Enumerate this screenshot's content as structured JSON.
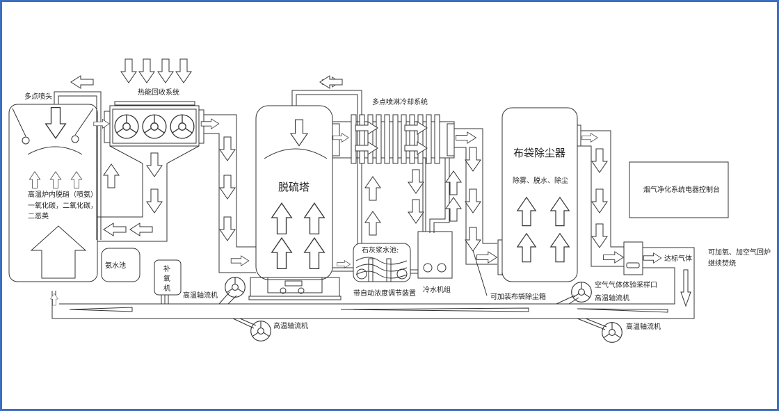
{
  "labels": {
    "multi_nozzle": "多点喷头",
    "heat_recovery": "热能回收系统",
    "furnace_line1": "高温炉内脱硝（喷氨）",
    "furnace_line2": "一氧化碳，二氧化碳，",
    "furnace_line3": "二恶英",
    "ammonia_pool": "氨水池",
    "oxygen_machine": [
      "补",
      "氧",
      "机"
    ],
    "desulfur_tower": "脱硫塔",
    "spray_cooling": "多点喷淋冷却系统",
    "lime_pool": "石灰浆水池:",
    "auto_concentration": "带自动浓度调节装置",
    "chiller": "冷水机组",
    "baghouse": "布袋除尘器",
    "baghouse_sub": "除雾、脱水、除尘",
    "optional_bag": "可加装布袋除尘箱",
    "control_panel": "烟气净化系统电器控制台",
    "sampling_port": "空气气体体验采样口",
    "qualified_gas": "达标气体",
    "return_line1": "可加氧、加空气回炉",
    "return_line2": "继续焚烧",
    "fan_1": "高温轴流机",
    "fan_2": "高温轴流机",
    "fan_3": "高温轴流机",
    "fan_4": "高温轴流机"
  },
  "colors": {
    "frame": "#3d6fc0",
    "line": "#333333"
  }
}
